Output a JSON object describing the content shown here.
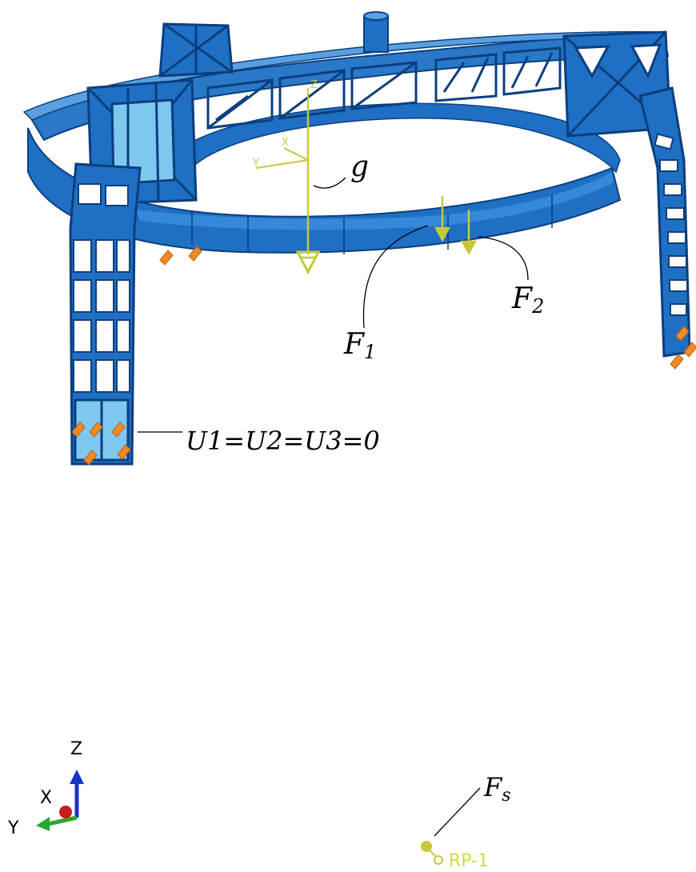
{
  "model": {
    "structure_color": "#1f6fc4",
    "structure_dark": "#0b3f7e",
    "highlight_color": "#7ec8f0",
    "boundary_color": "#f08a24",
    "load_color": "#c8c83a"
  },
  "annotations": {
    "gravity": "g",
    "force1": "F",
    "force1_sub": "1",
    "force2": "F",
    "force2_sub": "2",
    "boundary": "U1=U2=U3=0",
    "force_s": "F",
    "force_s_sub": "s"
  },
  "local_csys": {
    "z": "Z",
    "x": "X",
    "y": "Y"
  },
  "reference_point": {
    "label": "RP-1"
  },
  "view_triad": {
    "z": "Z",
    "x": "X",
    "y": "Y",
    "z_color": "#1a35c8",
    "y_color": "#2aa62a",
    "x_color": "#c81e1e"
  }
}
